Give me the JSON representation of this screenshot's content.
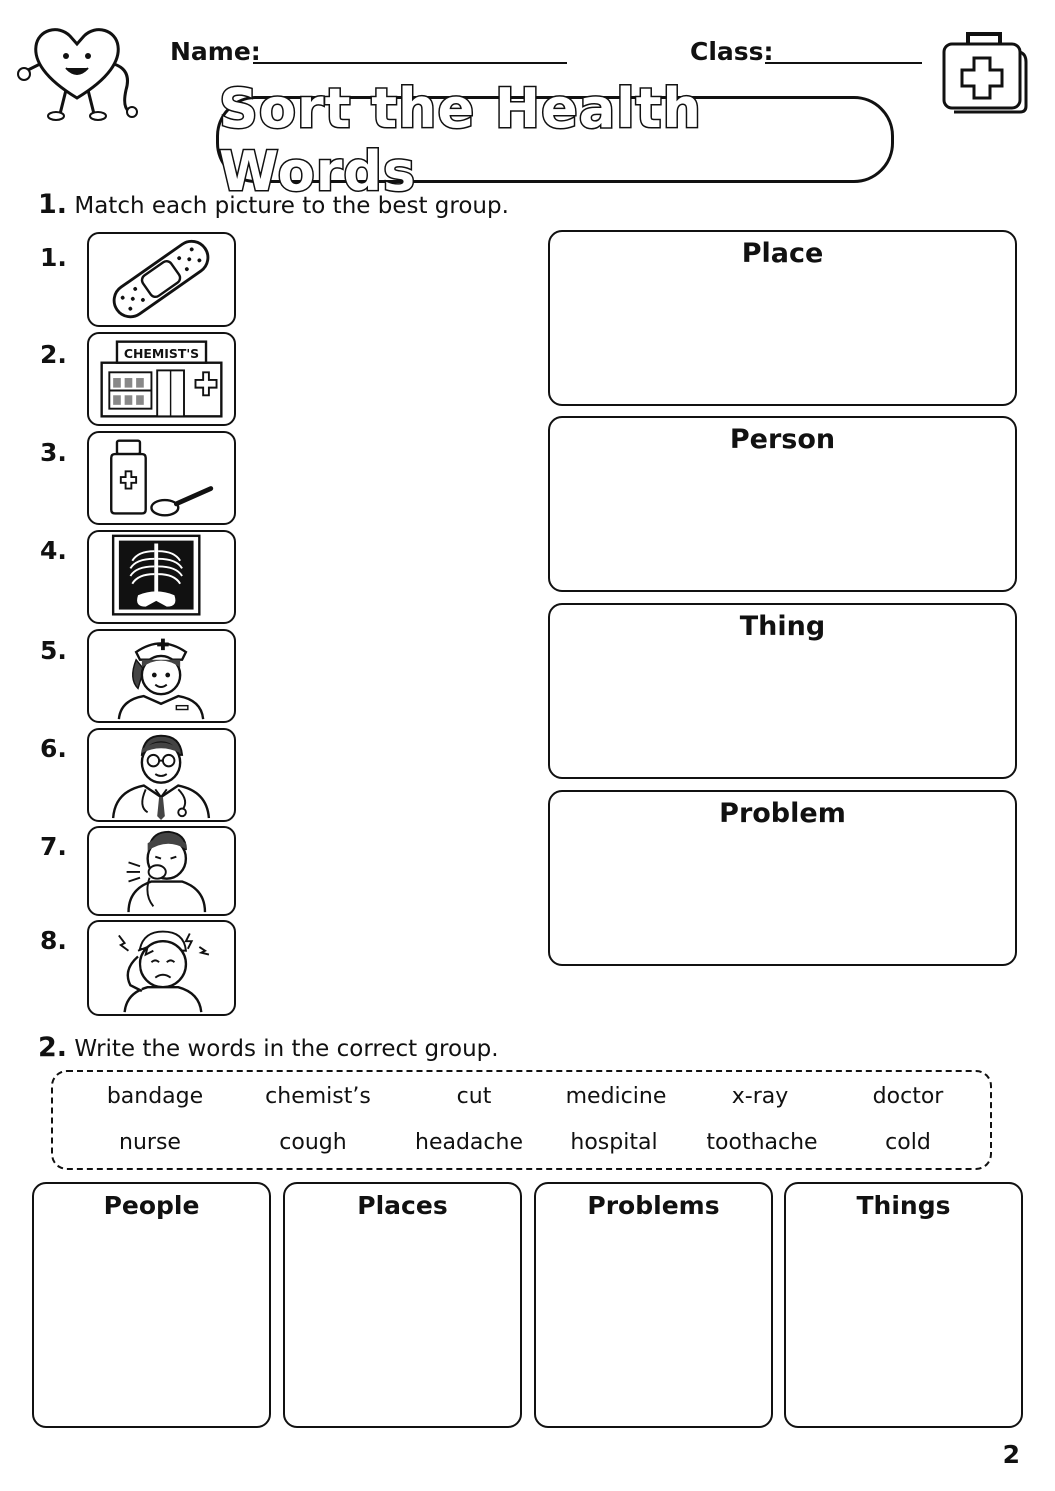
{
  "header": {
    "name_label": "Name:",
    "class_label": "Class:",
    "mascot_icon": "heart-mascot-icon",
    "kit_icon": "first-aid-kit-icon"
  },
  "title": "Sort the Health Words",
  "section1": {
    "number": "1.",
    "instruction": "Match each picture to the best group.",
    "items": [
      {
        "number": "1.",
        "icon": "bandage-icon"
      },
      {
        "number": "2.",
        "icon": "chemists-shop-icon",
        "sign": "CHEMIST'S"
      },
      {
        "number": "3.",
        "icon": "medicine-bottle-icon"
      },
      {
        "number": "4.",
        "icon": "x-ray-icon"
      },
      {
        "number": "5.",
        "icon": "nurse-icon"
      },
      {
        "number": "6.",
        "icon": "doctor-icon"
      },
      {
        "number": "7.",
        "icon": "cough-icon"
      },
      {
        "number": "8.",
        "icon": "headache-icon"
      }
    ],
    "groups": [
      "Place",
      "Person",
      "Thing",
      "Problem"
    ]
  },
  "section2": {
    "number": "2.",
    "instruction": "Write the words in the correct group.",
    "word_rows": [
      [
        "bandage",
        "chemist’s",
        "cut",
        "medicine",
        "x-ray",
        "doctor"
      ],
      [
        "nurse",
        "cough",
        "headache",
        "hospital",
        "toothache",
        "cold"
      ]
    ],
    "categories": [
      "People",
      "Places",
      "Problems",
      "Things"
    ]
  },
  "page_number": "2"
}
